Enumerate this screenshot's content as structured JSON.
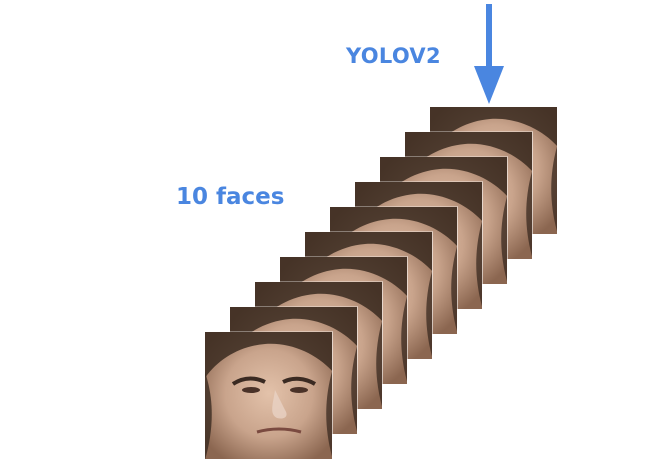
{
  "labels": {
    "model": "YOLOV2",
    "count": "10 faces"
  },
  "face_stack": {
    "frames": 10,
    "face_icon": "face-crop-icon"
  },
  "colors": {
    "accent": "#4a86e0",
    "skin": "#c9a48c",
    "hair": "#3a2a20",
    "background": "#ffffff"
  }
}
